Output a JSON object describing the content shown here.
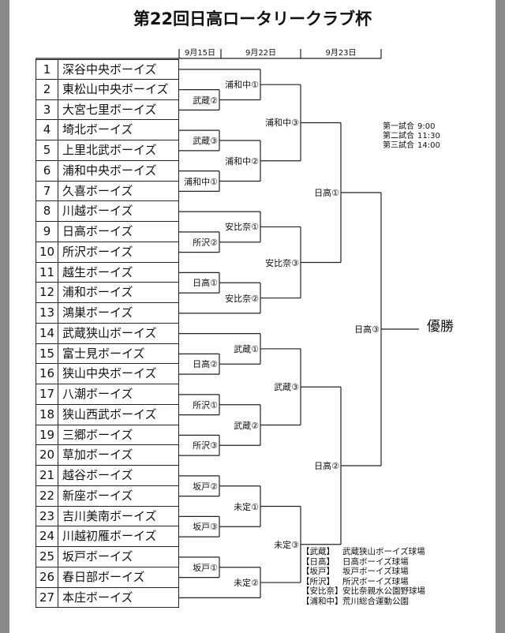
{
  "title": "第22回日高ロータリークラブ杯",
  "dates": [
    "9月15日",
    "9月22日",
    "9月23日"
  ],
  "teams": [
    "深谷中央ボーイズ",
    "東松山中央ボーイズ",
    "大宮七里ボーイズ",
    "埼北ボーイズ",
    "上里北武ボーイズ",
    "浦和中央ボーイズ",
    "久喜ボーイズ",
    "川越ボーイズ",
    "日高ボーイズ",
    "所沢ボーイズ",
    "越生ボーイズ",
    "浦和ボーイズ",
    "鴻巣ボーイズ",
    "武蔵狭山ボーイズ",
    "富士見ボーイズ",
    "狭山中央ボーイズ",
    "八潮ボーイズ",
    "狭山西武ボーイズ",
    "三郷ボーイズ",
    "草加ボーイズ",
    "越谷ボーイズ",
    "新座ボーイズ",
    "吉川美南ボーイズ",
    "川越初雁ボーイズ",
    "坂戸ボーイズ",
    "春日部ボーイズ",
    "本庄ボーイズ"
  ],
  "matches": {
    "r1": [
      "武蔵②",
      "武蔵③",
      "浦和中①",
      "所沢②",
      "日高①",
      "日高②",
      "所沢①",
      "所沢③",
      "坂戸②",
      "坂戸③",
      "坂戸①"
    ],
    "r2": [
      "浦和中①",
      "浦和中②",
      "安比奈①",
      "安比奈②",
      "武蔵①",
      "武蔵②",
      "未定①",
      "未定②"
    ],
    "r3": [
      "浦和中③",
      "安比奈③",
      "武蔵③",
      "未定③"
    ],
    "r4": [
      "日高①",
      "日高②"
    ],
    "final": "日高③"
  },
  "winner_label": "優勝",
  "schedule": [
    {
      "game": "第一試合",
      "time": "9:00"
    },
    {
      "game": "第二試合",
      "time": "11:30"
    },
    {
      "game": "第三試合",
      "time": "14:00"
    }
  ],
  "venues": [
    {
      "key": "【武蔵】",
      "name": "武蔵狭山ボーイズ球場"
    },
    {
      "key": "【日高】",
      "name": "日高ボーイズ球場"
    },
    {
      "key": "【坂戸】",
      "name": "坂戸ボーイズ球場"
    },
    {
      "key": "【所沢】",
      "name": "所沢ボーイズ球場"
    },
    {
      "key": "【安比奈】",
      "name": "安比奈親水公園野球場"
    },
    {
      "key": "【浦和中】",
      "name": "荒川総合運動公園"
    }
  ]
}
